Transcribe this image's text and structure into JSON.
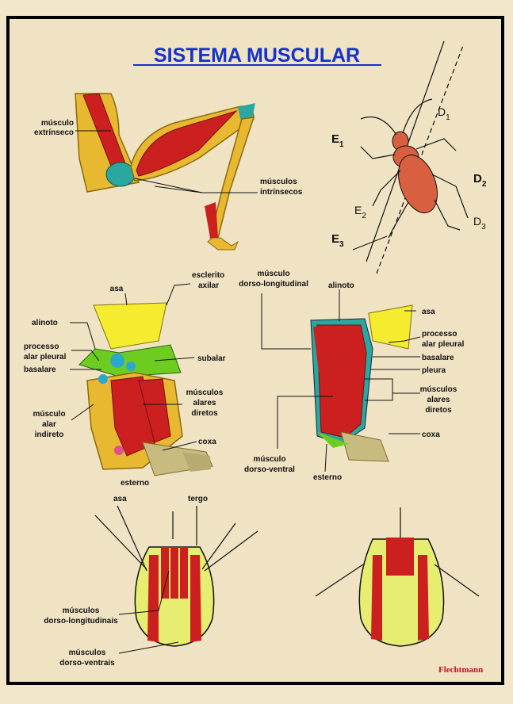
{
  "title": "SISTEMA MUSCULAR",
  "signature": "Flechtmann",
  "leg_panel": {
    "extrinsic": "músculo\nextrínseco",
    "intrinsic": "músculos\nintrínsecos"
  },
  "beetle_panel": {
    "E1": "E",
    "E1_sub": "1",
    "E2": "E",
    "E2_sub": "2",
    "E3": "E",
    "E3_sub": "3",
    "D1": "D",
    "D1_sub": "1",
    "D2": "D",
    "D2_sub": "2",
    "D3": "D",
    "D3_sub": "3"
  },
  "left_thorax": {
    "asa": "asa",
    "esclerito": "esclerito\naxilar",
    "alinoto": "alinoto",
    "processo": "processo\nalar pleural",
    "basalare": "basalare",
    "subalar": "subalar",
    "musculos_diretos": "músculos\nalares\ndiretos",
    "indireto": "músculo\nalar\nindireto",
    "coxa": "coxa",
    "esterno": "esterno"
  },
  "right_thorax": {
    "dorso_long": "músculo\ndorso-longitudinal",
    "alinoto": "alinoto",
    "asa": "asa",
    "processo": "processo\nalar pleural",
    "basalare": "basalare",
    "pleura": "pleura",
    "musculos_diretos": "músculos\nalares\ndiretos",
    "coxa": "coxa",
    "dorso_ventral": "músculo\ndorso-ventral",
    "esterno": "esterno"
  },
  "cross_section": {
    "asa": "asa",
    "tergo": "tergo",
    "dorso_long": "músculos\ndorso-longitudinais",
    "dorso_ventral": "músculos\ndorso-ventrais"
  }
}
